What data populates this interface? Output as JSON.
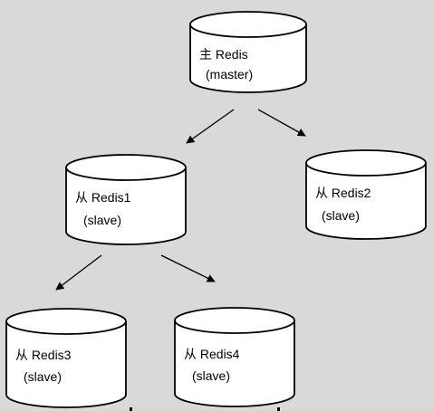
{
  "diagram": {
    "background": "#d9d9d9",
    "node_fill": "#ffffff",
    "stroke": "#000000",
    "nodes": {
      "master": {
        "line1": "主 Redis",
        "line2": "(master)"
      },
      "slave1": {
        "line1": "从 Redis1",
        "line2": "(slave)"
      },
      "slave2": {
        "line1": "从 Redis2",
        "line2": "(slave)"
      },
      "slave3": {
        "line1": "从 Redis3",
        "line2": "(slave)"
      },
      "slave4": {
        "line1": "从 Redis4",
        "line2": "(slave)"
      }
    },
    "edges": [
      {
        "from": "master",
        "to": "slave1"
      },
      {
        "from": "master",
        "to": "slave2"
      },
      {
        "from": "slave1",
        "to": "slave3"
      },
      {
        "from": "slave1",
        "to": "slave4"
      }
    ]
  }
}
